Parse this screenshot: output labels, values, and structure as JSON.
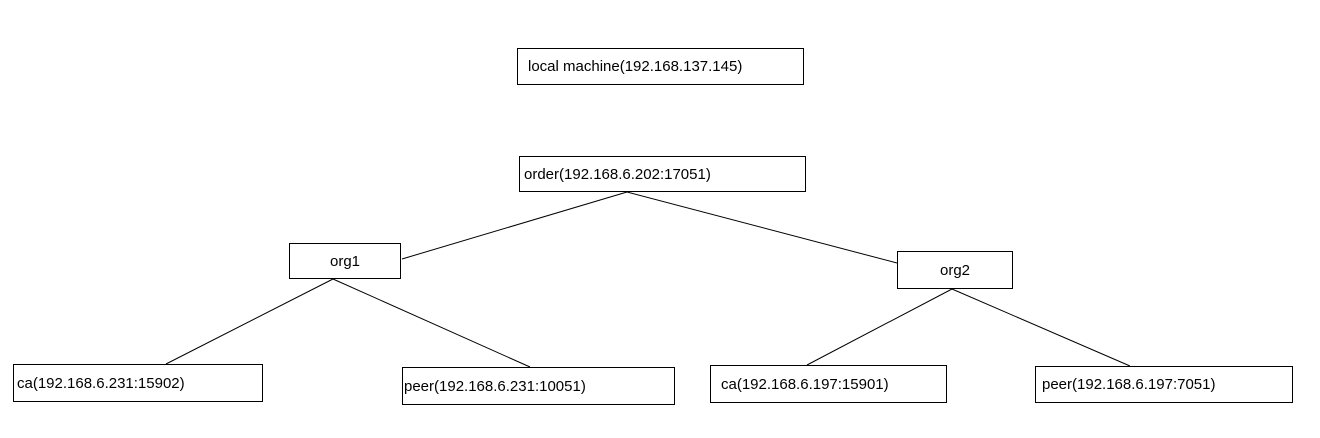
{
  "diagram": {
    "background_color": "#ffffff",
    "box_border_color": "#000000",
    "text_color": "#000000",
    "line_color": "#000000",
    "nodes": [
      {
        "id": "local-machine",
        "label": "local machine(192.168.137.145)"
      },
      {
        "id": "order",
        "label": "order(192.168.6.202:17051)"
      },
      {
        "id": "org1",
        "label": "org1"
      },
      {
        "id": "org2",
        "label": "org2"
      },
      {
        "id": "ca-org1",
        "label": "ca(192.168.6.231:15902)"
      },
      {
        "id": "peer-org1",
        "label": "peer(192.168.6.231:10051)"
      },
      {
        "id": "ca-org2",
        "label": "ca(192.168.6.197:15901)"
      },
      {
        "id": "peer-org2",
        "label": "peer(192.168.6.197:7051)"
      }
    ],
    "edges": [
      {
        "from": "order",
        "to": "org1"
      },
      {
        "from": "order",
        "to": "org2"
      },
      {
        "from": "org1",
        "to": "ca-org1"
      },
      {
        "from": "org1",
        "to": "peer-org1"
      },
      {
        "from": "org2",
        "to": "ca-org2"
      },
      {
        "from": "org2",
        "to": "peer-org2"
      }
    ]
  }
}
